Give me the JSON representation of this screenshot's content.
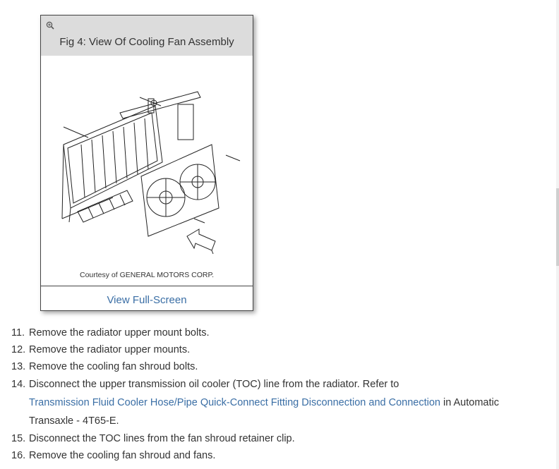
{
  "figure": {
    "title": "Fig 4: View Of Cooling Fan Assembly",
    "credit": "Courtesy of GENERAL MOTORS CORP.",
    "view_link": "View Full-Screen",
    "zoom_icon": "zoom-in-icon"
  },
  "steps": [
    {
      "num": "11.",
      "text": "Remove the radiator upper mount bolts."
    },
    {
      "num": "12.",
      "text": "Remove the radiator upper mounts."
    },
    {
      "num": "13.",
      "text": "Remove the cooling fan shroud bolts."
    },
    {
      "num": "14.",
      "text_before": "Disconnect the upper transmission oil cooler (TOC) line from the radiator. Refer to",
      "link": "Transmission Fluid Cooler Hose/Pipe Quick-Connect Fitting Disconnection and Connection",
      "text_after": "in Automatic Transaxle - 4T65-E."
    },
    {
      "num": "15.",
      "text": "Disconnect the TOC lines from the fan shroud retainer clip."
    },
    {
      "num": "16.",
      "text": "Remove the cooling fan shroud and fans."
    }
  ],
  "colors": {
    "link": "#3a6ea5",
    "header_bg": "#dcdcdc",
    "text": "#333333"
  }
}
